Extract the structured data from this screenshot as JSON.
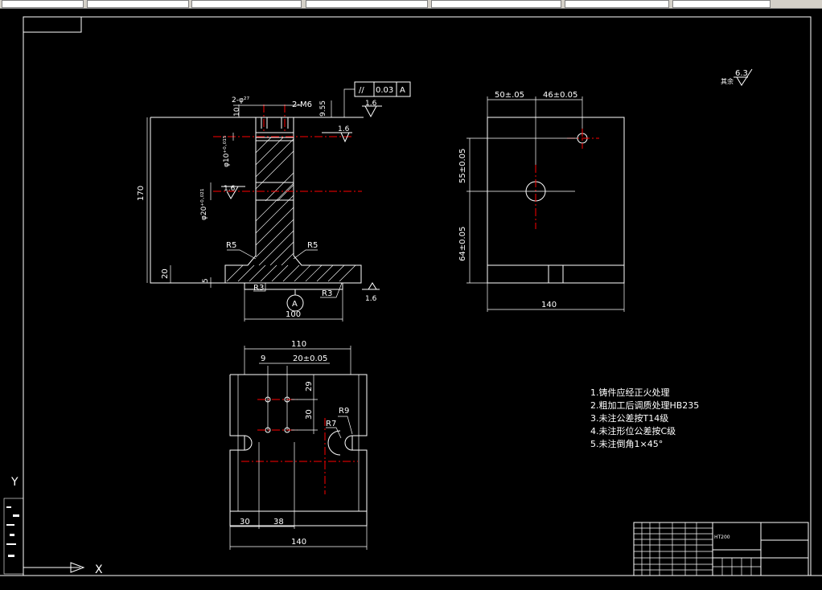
{
  "toolbar": {
    "fields": [
      "",
      "",
      "",
      "",
      "",
      ""
    ]
  },
  "ucs": {
    "y_label": "Y",
    "x_label": "X"
  },
  "front_view": {
    "dim_height_total": "170",
    "dim_base_height": "20",
    "dim_small": "5",
    "dim_width": "100",
    "hole_top_spec": "2-φ²⁷",
    "thread_spec": "2-M6",
    "dim_10": "10",
    "dim_9_55": "9.55",
    "bore_small": "φ10⁺⁰·⁰¹⁵",
    "bore_large": "φ20⁺⁰·⁰²¹",
    "radius_left": "R5",
    "radius_right": "R5",
    "radius_r3_left": "R3",
    "radius_r3_right": "R3",
    "roughness_1": "1.6",
    "roughness_2": "1.6",
    "roughness_3": "1.6",
    "roughness_4": "1.6",
    "tolerance_symbol": "//",
    "tolerance_value": "0.03",
    "tolerance_datum": "A",
    "datum_label": "A"
  },
  "side_view": {
    "dim_50": "50±.05",
    "dim_46": "46±0.05",
    "dim_55": "55±0.05",
    "dim_64": "64±0.05",
    "dim_width": "140"
  },
  "top_view": {
    "dim_110": "110",
    "dim_9": "9",
    "dim_20": "20±0.05",
    "dim_29": "29",
    "dim_30v": "30",
    "radius_r9": "R9",
    "radius_r7": "R7",
    "dim_30h": "30",
    "dim_38": "38",
    "dim_140": "140"
  },
  "general_roughness": {
    "label": "其余",
    "value": "6.3"
  },
  "notes": [
    "1.铸件应经正火处理",
    "2.粗加工后调质处理HB235",
    "3.未注公差按T14级",
    "4.未注形位公差按C级",
    "5.未注倒角1×45°"
  ],
  "title_block": {
    "material": "HT200"
  }
}
